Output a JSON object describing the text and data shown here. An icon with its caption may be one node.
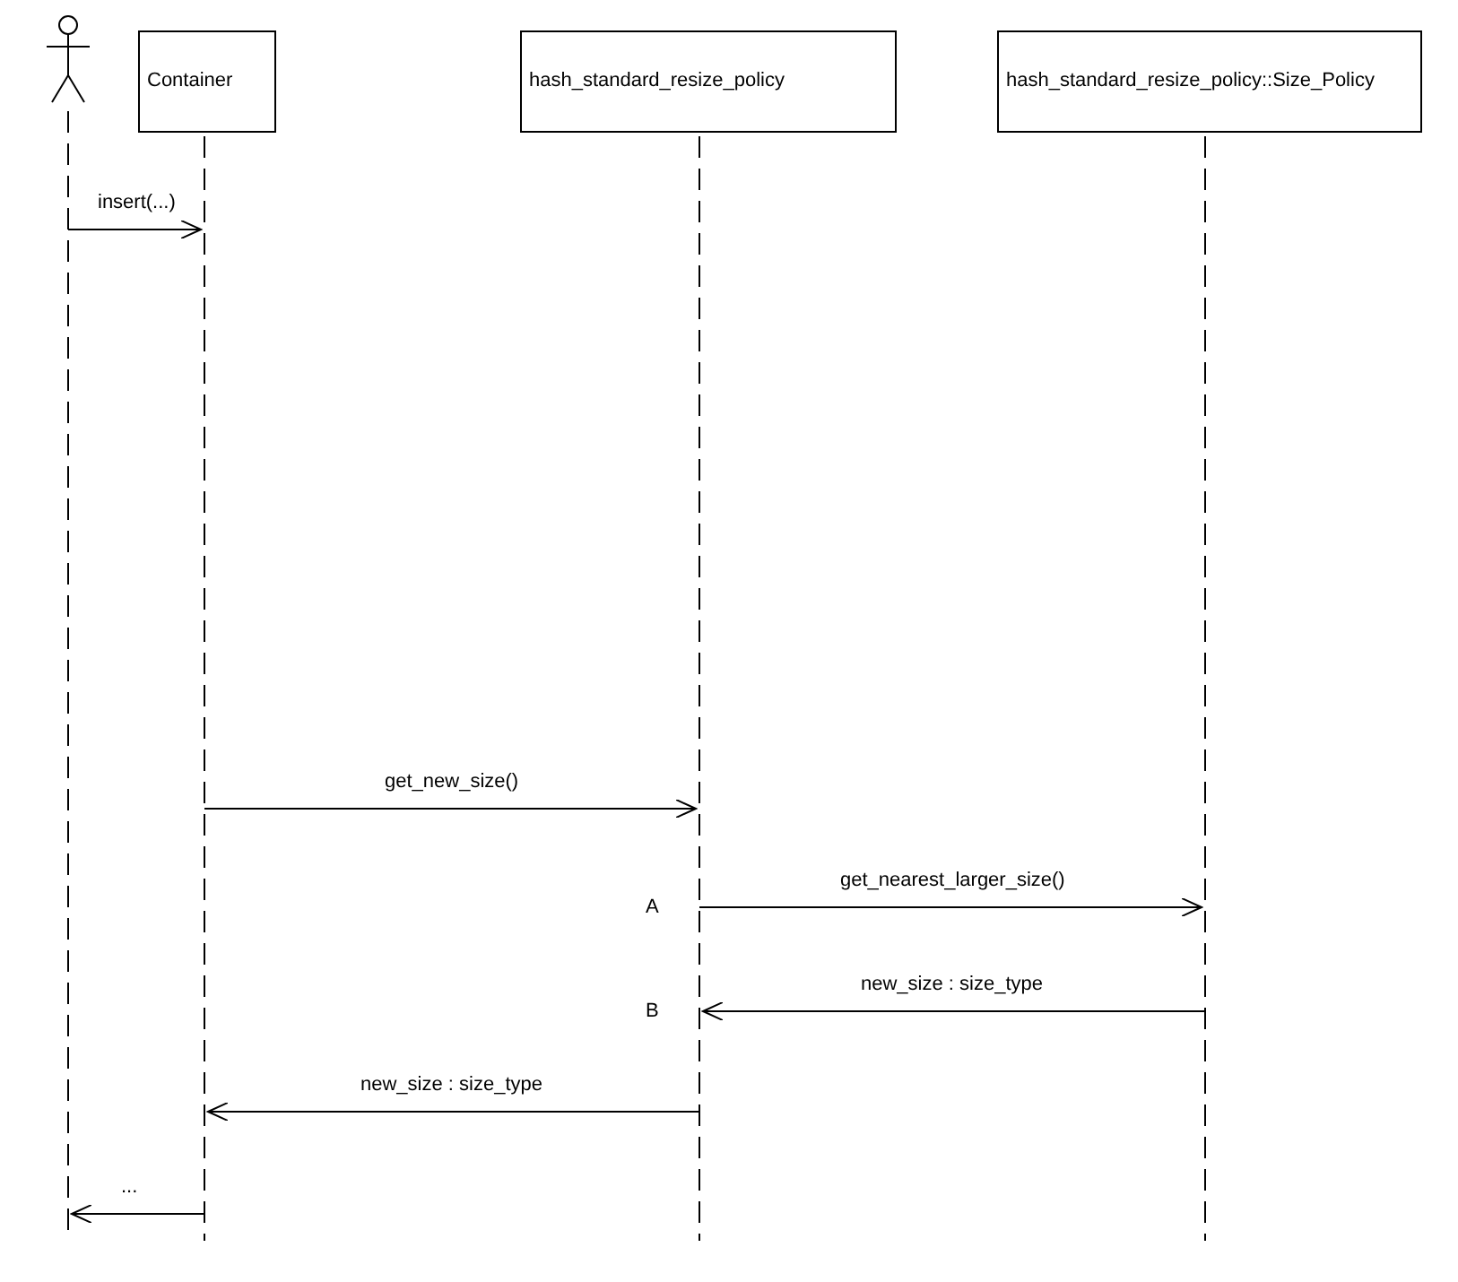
{
  "diagram": {
    "nodes": [
      {
        "text": [],
        "shape": "person"
      },
      {
        "text": [
          "Container"
        ]
      },
      {
        "text": [
          "hash_standard_resize_policy"
        ]
      },
      {
        "text": [
          "hash_standard_resize_policy::Size_Policy"
        ]
      }
    ],
    "edges": [
      {
        "from": 0,
        "to": 1,
        "arrow": "to",
        "label": "insert(...)"
      },
      {
        "from": 1,
        "to": 2,
        "arrow": "to",
        "label": "get_new_size()"
      },
      {
        "from": 2,
        "to": 3,
        "arrow": "to",
        "label": "get_nearest_larger_size()"
      },
      {
        "from": 3,
        "to": 2,
        "arrow": "to",
        "label": "new_size : size_type"
      },
      {
        "from": 2,
        "to": 1,
        "arrow": "to",
        "label": "new_size : size_type"
      },
      {
        "from": 1,
        "to": 0,
        "arrow": "to",
        "label": "..."
      }
    ],
    "labels": [
      "A",
      "B"
    ]
  }
}
